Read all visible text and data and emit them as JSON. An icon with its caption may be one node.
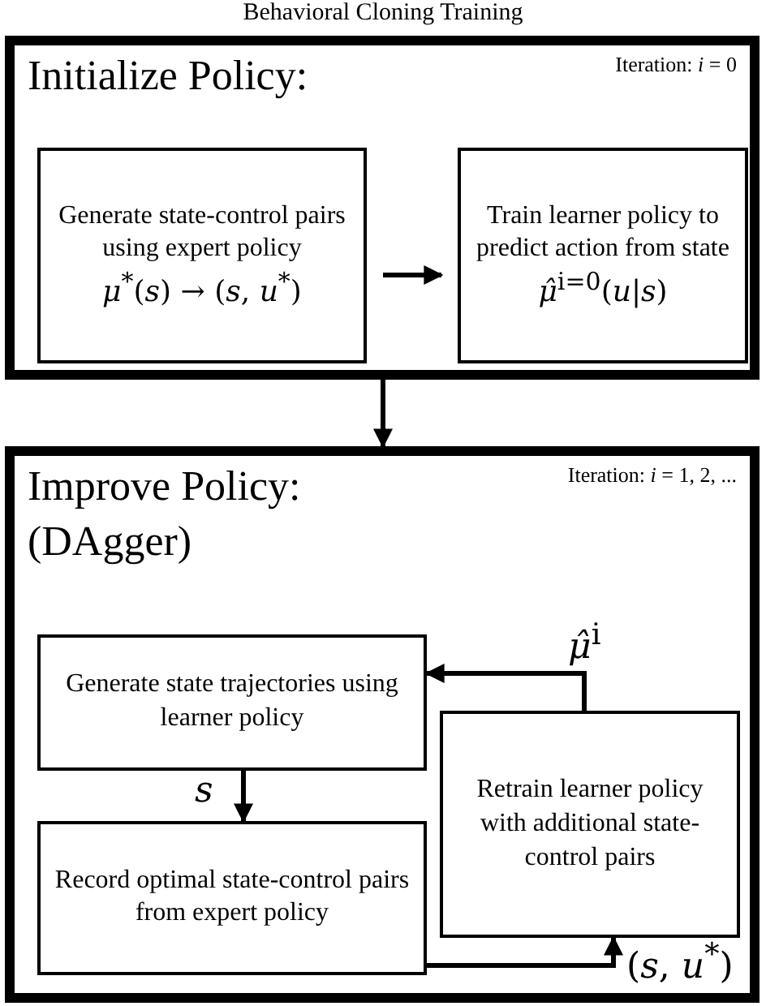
{
  "diagram": {
    "title": "Behavioral Cloning Training",
    "nodes": [
      {
        "text": [
          "Initialize Policy:",
          "Iteration: *i* = 0"
        ]
      },
      {
        "text": [
          "Generate state-control pairs using expert policy",
          "*μ*$^{*}$(*s*) → (*s*, *u*$^{*}$)"
        ],
        "in": 0
      },
      {
        "text": [
          "Train learner policy to predict action from state",
          "*μ̂*$^{i=0}$(*u*|*s*)"
        ],
        "in": 0
      },
      {
        "text": [
          "Improve Policy: (DAgger)",
          "Iteration: *i* = 1, 2, ..."
        ]
      },
      {
        "text": [
          "Generate state trajectories using learner policy"
        ],
        "in": 3
      },
      {
        "text": [
          "Record optimal state-control pairs from expert policy"
        ],
        "in": 3
      },
      {
        "text": [
          "Retrain learner policy with additional state-control pairs"
        ],
        "in": 3
      }
    ],
    "edges": [
      {
        "from": 1,
        "to": 2,
        "arrow": "to"
      },
      {
        "from": 0,
        "to": 3,
        "arrow": "to"
      },
      {
        "from": 4,
        "to": 5,
        "arrow": "to",
        "label": "*s*"
      },
      {
        "from": 5,
        "to": 6,
        "arrow": "to",
        "label": "(*s*, *u*$^{*}$)"
      },
      {
        "from": 6,
        "to": 4,
        "arrow": "to",
        "label": "*μ̂*$^{i}$"
      }
    ]
  }
}
